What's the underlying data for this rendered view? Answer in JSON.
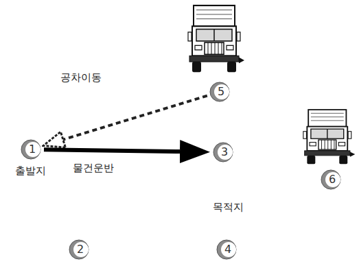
{
  "diagram": {
    "nodes": [
      {
        "text": [
          "1"
        ]
      },
      {
        "text": [
          "2"
        ]
      },
      {
        "text": [
          "3"
        ]
      },
      {
        "text": [
          "4"
        ]
      },
      {
        "text": [
          "5"
        ]
      },
      {
        "text": [
          "6"
        ]
      }
    ],
    "edges": [
      {
        "from": 4,
        "to": 0,
        "arrow": "to",
        "label": "공차이동"
      },
      {
        "from": 0,
        "to": 2,
        "arrow": "to",
        "label": "물건운반"
      }
    ],
    "labels": [
      "출발지",
      "목적지"
    ]
  }
}
